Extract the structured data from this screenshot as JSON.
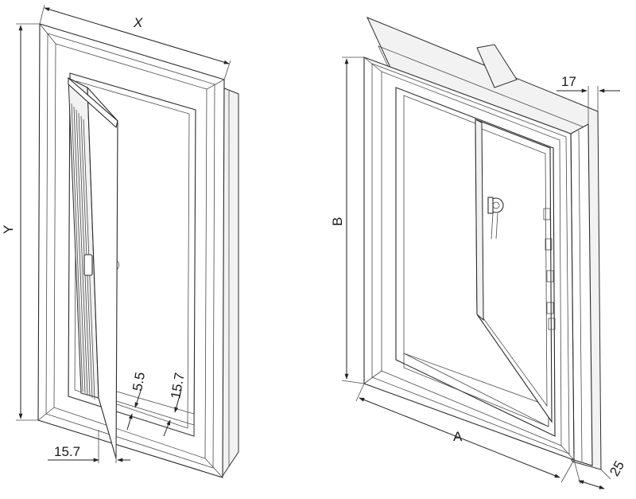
{
  "left_drawing": {
    "width_label": "X",
    "height_label": "Y",
    "dim_bottom": "15.7",
    "dim_inner_1": "5.5",
    "dim_inner_2": "15.7"
  },
  "right_drawing": {
    "width_label": "A",
    "height_label": "B",
    "dim_depth_top": "17",
    "dim_depth_bottom": "25"
  }
}
